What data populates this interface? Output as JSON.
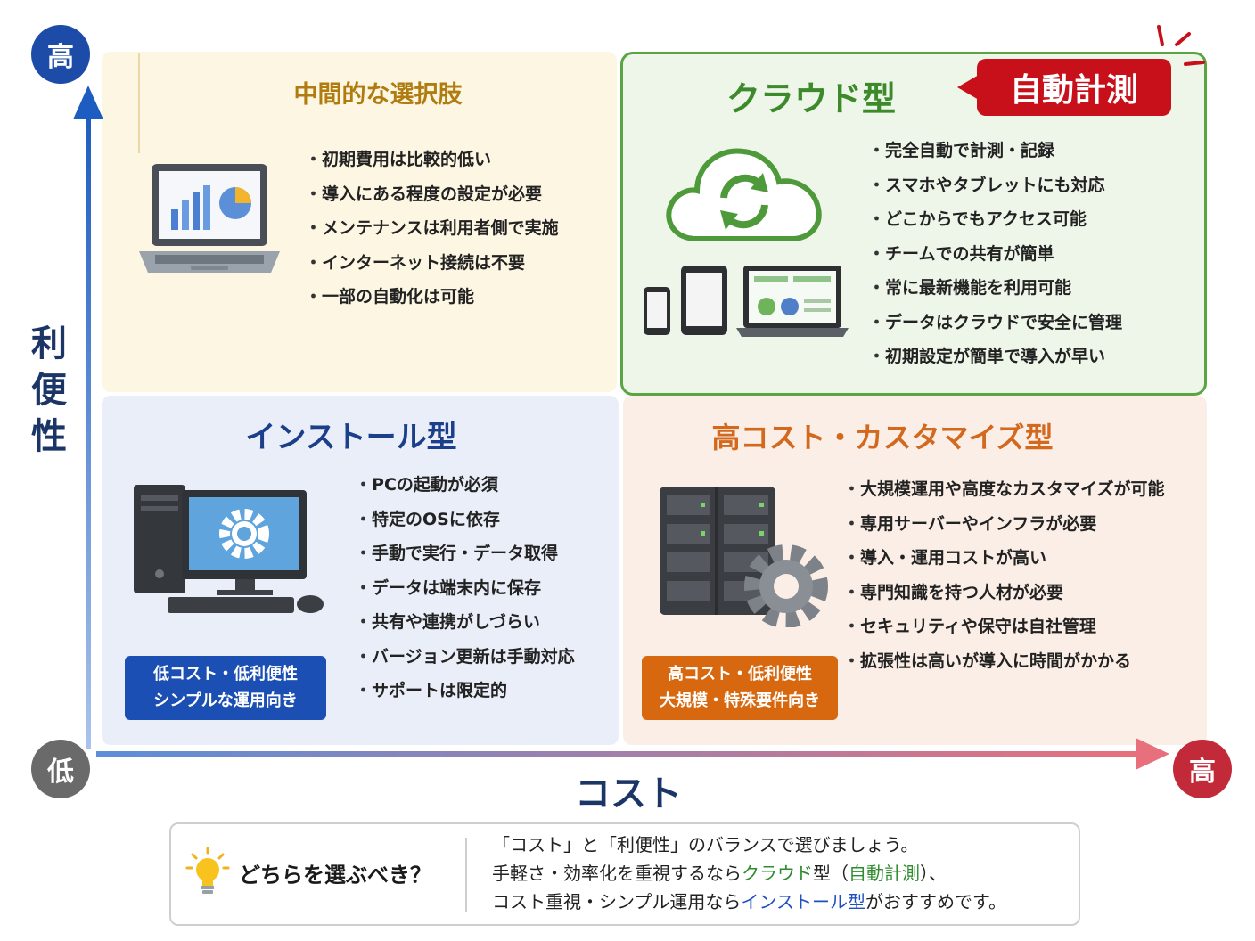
{
  "axes": {
    "y_label_chars": [
      "利",
      "便",
      "性"
    ],
    "x_label": "コスト",
    "y_high": "高",
    "low": "低",
    "x_high": "高"
  },
  "quadrants": {
    "top_left": {
      "title": "中間的な選択肢",
      "items": [
        "初期費用は比較的低い",
        "導入にある程度の設定が必要",
        "メンテナンスは利用者側で実施",
        "インターネット接続は不要",
        "一部の自動化は可能"
      ]
    },
    "top_right": {
      "title": "クラウド型",
      "badge": "自動計測",
      "items": [
        "完全自動で計測・記録",
        "スマホやタブレットにも対応",
        "どこからでもアクセス可能",
        "チームでの共有が簡単",
        "常に最新機能を利用可能",
        "データはクラウドで安全に管理",
        "初期設定が簡単で導入が早い"
      ]
    },
    "bottom_left": {
      "title": "インストール型",
      "items": [
        "PCの起動が必須",
        "特定のOSに依存",
        "手動で実行・データ取得",
        "データは端末内に保存",
        "共有や連携がしづらい",
        "バージョン更新は手動対応",
        "サポートは限定的"
      ],
      "tag_line1": "低コスト・低利便性",
      "tag_line2": "シンプルな運用向き"
    },
    "bottom_right": {
      "title": "高コスト・カスタマイズ型",
      "items": [
        "大規模運用や高度なカスタマイズが可能",
        "専用サーバーやインフラが必要",
        "導入・運用コストが高い",
        "専門知識を持つ人材が必要",
        "セキュリティや保守は自社管理",
        "拡張性は高いが導入に時間がかかる"
      ],
      "tag_line1": "高コスト・低利便性",
      "tag_line2": "大規模・特殊要件向き"
    }
  },
  "tip": {
    "question": "どちらを選ぶべき？",
    "line1": "「コスト」と「利便性」のバランスで選びましょう。",
    "line2_pre": "手軽さ・効率化を重視するなら",
    "line2_cloud": "クラウド",
    "line2_mid": "型（",
    "line2_auto": "自動計測",
    "line2_post": "）、",
    "line3_pre": "コスト重視・シンプル運用なら",
    "line3_install": "インストール型",
    "line3_post": "がおすすめです。"
  },
  "colors": {
    "cloud_green": "#3d8a2b",
    "install_blue": "#1b3f8a",
    "custom_orange": "#d2691e",
    "mid_gold": "#b07c10",
    "badge_red": "#c8101a",
    "axis_blue": "#1d4ca8",
    "axis_red": "#c22a3a"
  },
  "icons": [
    "laptop-chart-icon",
    "cloud-sync-icon",
    "devices-icon",
    "desktop-gear-icon",
    "server-gear-icon",
    "lightbulb-icon"
  ]
}
